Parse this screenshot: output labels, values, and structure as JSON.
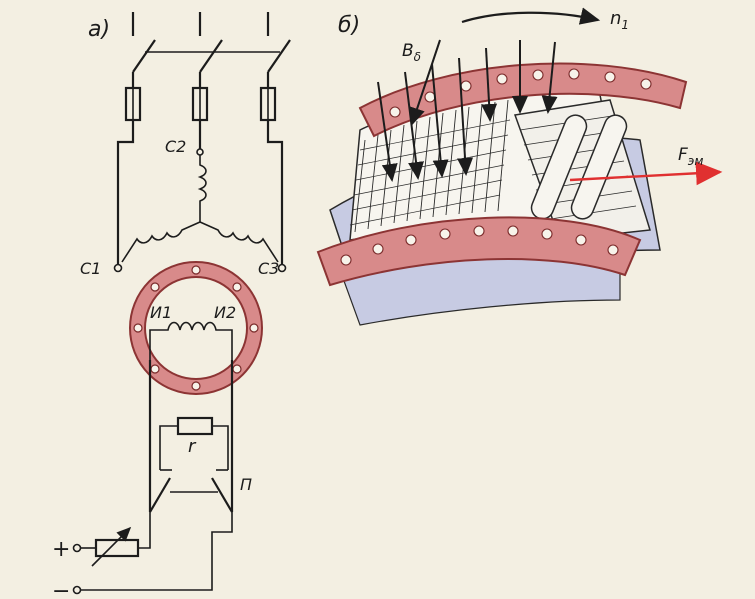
{
  "panel_a": {
    "label": "а)",
    "c1": "С1",
    "c2": "С2",
    "c3": "С3",
    "i1": "И1",
    "i2": "И2",
    "r": "r",
    "p": "П",
    "plus": "+",
    "minus": "−"
  },
  "panel_b": {
    "label": "б)",
    "n1": "n",
    "n1_sub": "1",
    "b": "B",
    "b_sub": "δ",
    "f": "F",
    "f_sub": "эм"
  },
  "colors": {
    "ring": "#d88a8a",
    "ring_edge": "#8c3434",
    "stator_shade": "#c7cbe3",
    "force_arrow": "#e03030",
    "ink": "#1c1c1c",
    "paper": "#f3efe2"
  }
}
